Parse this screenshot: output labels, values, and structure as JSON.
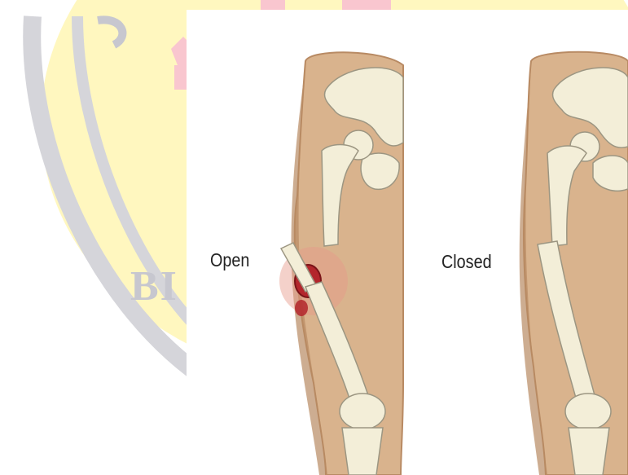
{
  "watermark": {
    "text": "BI",
    "ring_color": "#d5d5da",
    "fill_color": "#fff6b8",
    "accent_color": "#f9c6cf"
  },
  "labels": {
    "open": "Open",
    "closed": "Closed"
  },
  "colors": {
    "skin": "#d9b38d",
    "skin_shadow": "#b88a63",
    "bone": "#f3eed8",
    "bone_outline": "#9c9682",
    "wound": "#b3262c",
    "wound_glow": "#e79a8a"
  }
}
